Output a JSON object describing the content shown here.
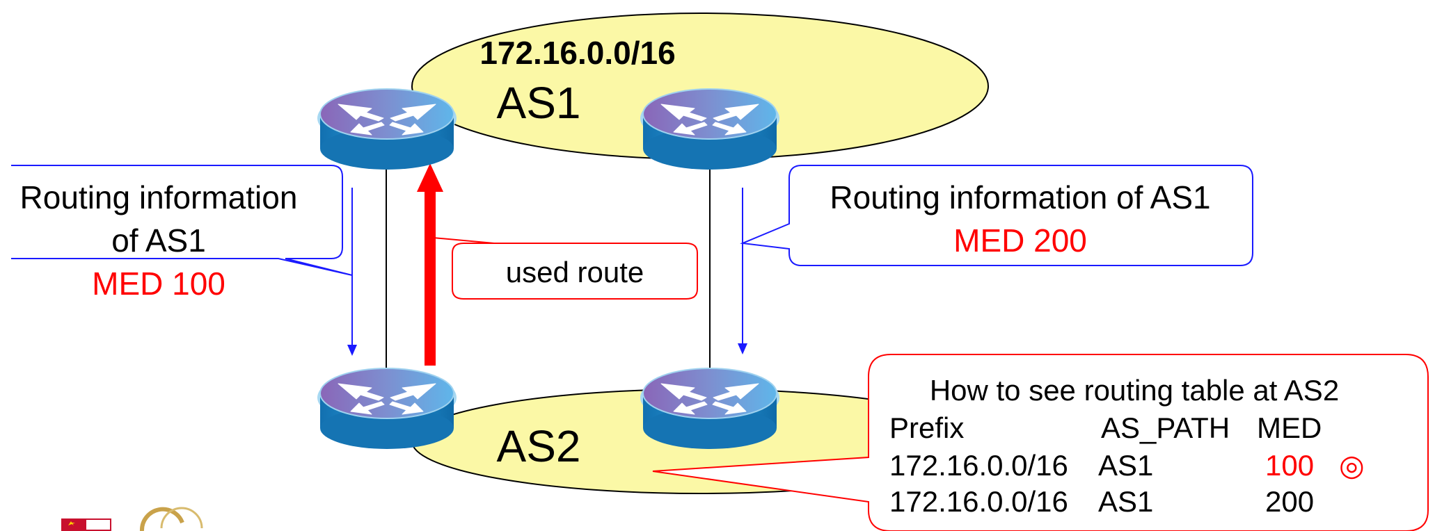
{
  "as1": {
    "prefix": "172.16.0.0/16",
    "name": "AS1"
  },
  "as2": {
    "name": "AS2"
  },
  "left_callout": {
    "line1": "Routing information",
    "line2": "of AS1",
    "med": "MED 100"
  },
  "right_callout": {
    "line1": "Routing information of AS1",
    "med": "MED 200"
  },
  "used_route": {
    "label": "used route"
  },
  "routing_table": {
    "title": "How to see routing table at AS2",
    "headers": [
      "Prefix",
      "AS_PATH",
      "MED"
    ],
    "rows": [
      {
        "prefix": "172.16.0.0/16",
        "as_path": "AS1",
        "med": "100",
        "mark": "◎"
      },
      {
        "prefix": "172.16.0.0/16",
        "as_path": "AS1",
        "med": "200",
        "mark": ""
      }
    ]
  },
  "colors": {
    "cloud_fill": "#fbf8a6",
    "router_top": "#6f9fd8",
    "router_side": "#1a7fbf",
    "callout_blue": "#1a1aff",
    "accent_red": "#ff0000"
  },
  "icons": [
    "router-icon",
    "logo-university",
    "logo-anniversary"
  ]
}
